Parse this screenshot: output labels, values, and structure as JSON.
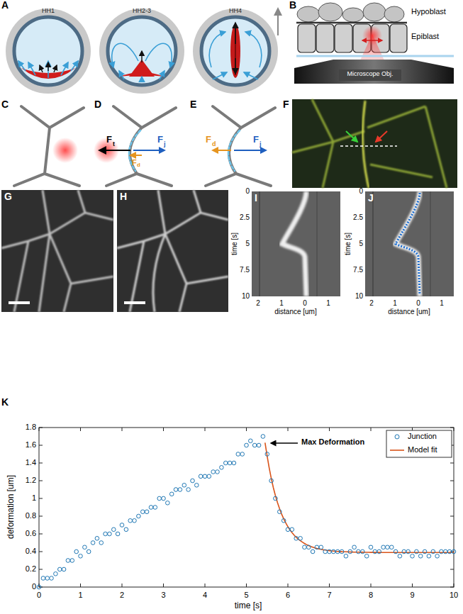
{
  "diagram": {
    "labels": [
      "A",
      "HH1",
      "HH2-3",
      "HH4",
      "B",
      "Hypoblast",
      "Epiblast",
      "Microscope Obj.",
      "C",
      "D",
      "F",
      "t",
      "F",
      "j",
      "F",
      "d",
      "E",
      "F",
      "d",
      "F",
      "j",
      "F",
      "G",
      "H",
      "I",
      "0",
      "2.5",
      "5",
      "7.5",
      "10",
      "time [s]",
      "2",
      "1",
      "0",
      "1",
      "distance [um]",
      "J",
      "0",
      "2.5",
      "5",
      "7.5",
      "10",
      "time [s]",
      "2",
      "1",
      "0",
      "1",
      "distance [um]",
      "K",
      "0",
      "0.2",
      "0.4",
      "0.6",
      "0.8",
      "1",
      "1.2",
      "1.4",
      "1.6",
      "1.8",
      "0",
      "1",
      "2",
      "3",
      "4",
      "5",
      "6",
      "7",
      "8",
      "9",
      "10",
      "time [s]",
      "deformation [um]",
      "Max Deformation"
    ],
    "legend": [
      {
        "text": "Junction"
      },
      {
        "text": "Model fit"
      }
    ]
  }
}
